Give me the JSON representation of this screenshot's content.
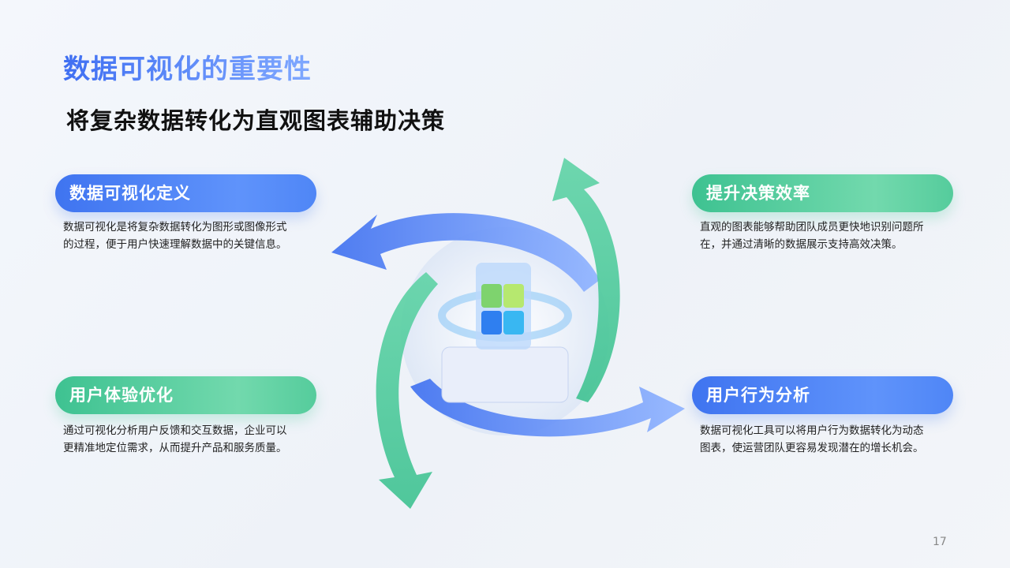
{
  "title": "数据可视化的重要性",
  "subtitle": "将复杂数据转化为直观图表辅助决策",
  "cards": [
    {
      "heading": "数据可视化定义",
      "lines": [
        "数据可视化是将复杂数据转化为图形或图像形式",
        "的过程，便于用户快速理解数据中的关键信息。"
      ]
    },
    {
      "heading": "提升决策效率",
      "lines": [
        "直观的图表能够帮助团队成员更快地识别问题所",
        "在，并通过清晰的数据展示支持高效决策。"
      ]
    },
    {
      "heading": "用户体验优化",
      "lines": [
        "通过可视化分析用户反馈和交互数据，企业可以",
        "更精准地定位需求，从而提升产品和服务质量。"
      ]
    },
    {
      "heading": "用户行为分析",
      "lines": [
        "数据可视化工具可以将用户行为数据转化为动态",
        "图表，使运营团队更容易发现潜在的增长机会。"
      ]
    }
  ],
  "page_number": "17",
  "colors": {
    "blue": "#3f74f0",
    "green": "#3ec291"
  }
}
